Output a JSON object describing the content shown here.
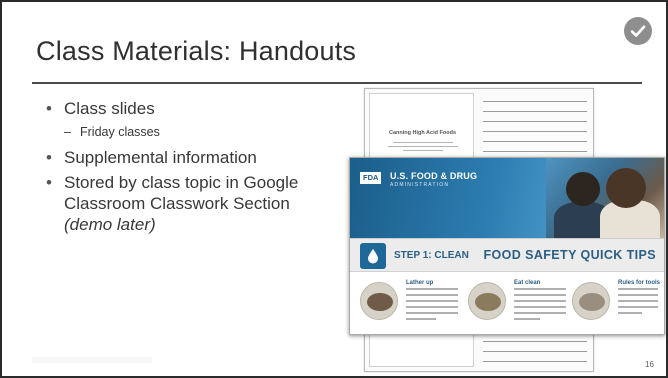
{
  "slide": {
    "title": "Class Materials: Handouts",
    "page_number": "16",
    "bullets": [
      {
        "text": "Class slides",
        "sub": [
          "Friday classes"
        ]
      },
      {
        "text": "Supplemental information",
        "sub": []
      },
      {
        "text": "Stored by class topic in Google Classroom Classwork Section",
        "emphasis": "(demo later)"
      }
    ]
  },
  "handout": {
    "heading": "Canning High Acid Foods"
  },
  "poster": {
    "agency_mark": "FDA",
    "agency_name": "U.S. FOOD & DRUG",
    "agency_sub": "ADMINISTRATION",
    "step": "STEP 1: CLEAN",
    "headline": "FOOD SAFETY QUICK TIPS",
    "tips": [
      {
        "title": "Lather up"
      },
      {
        "title": "Eat clean"
      },
      {
        "title": "Rules for tools"
      }
    ]
  },
  "colors": {
    "fda_blue": "#1e6799",
    "title_text": "#303030",
    "badge_gray": "#8e8e8e"
  },
  "icons": [
    "check-circle-icon",
    "water-drop-icon"
  ]
}
